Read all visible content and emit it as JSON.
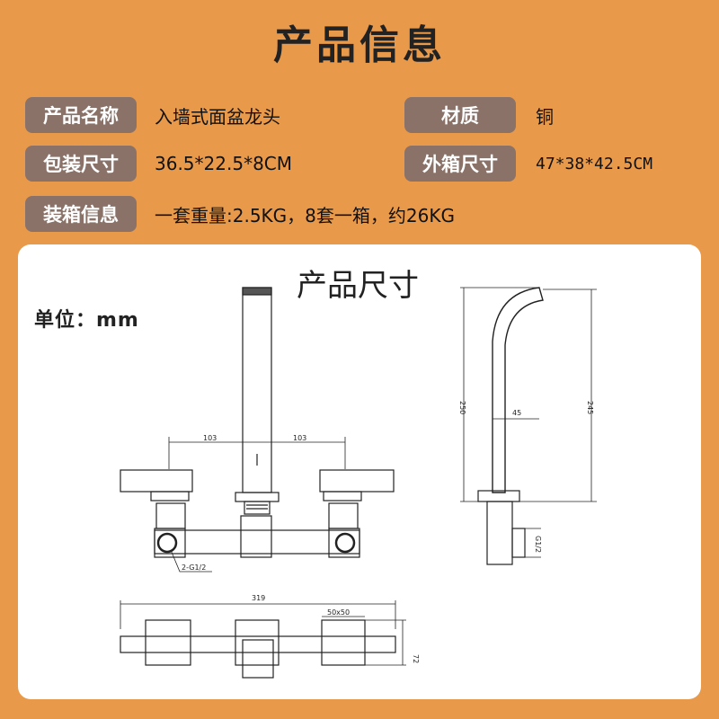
{
  "header": {
    "title": "产品信息"
  },
  "info": {
    "name_label": "产品名称",
    "name_value": "入墙式面盆龙头",
    "material_label": "材质",
    "material_value": "铜",
    "package_label": "包装尺寸",
    "package_value": "36.5*22.5*8CM",
    "carton_label": "外箱尺寸",
    "carton_value": "47*38*42.5CM",
    "packing_label": "装箱信息",
    "packing_value": "一套重量:2.5KG，8套一箱，约26KG"
  },
  "drawing": {
    "title": "产品尺寸",
    "unit": "单位：mm",
    "dims": {
      "spread_left": "103",
      "spread_right": "103",
      "thread": "2-G1/2",
      "total_width": "319",
      "plate": "50x50",
      "depth": "72",
      "height_total": "250",
      "height_spout": "245",
      "reach": "45",
      "side_thread": "G1/2"
    }
  }
}
